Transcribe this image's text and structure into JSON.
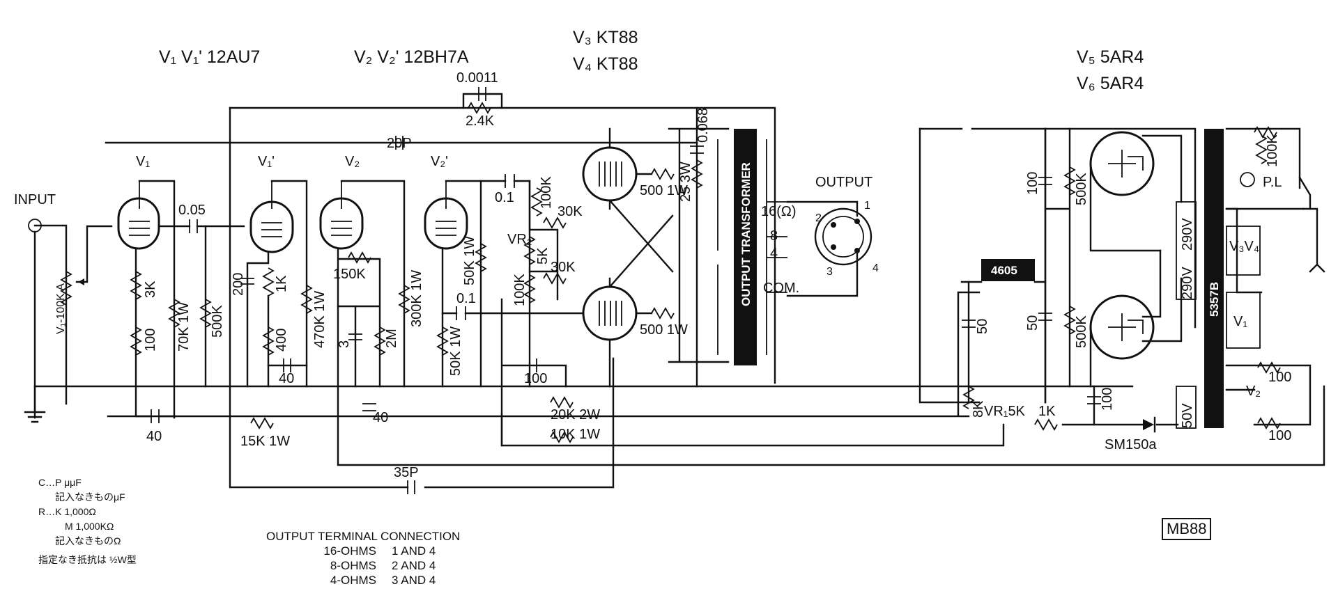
{
  "tubes": {
    "v1": "V₁ V₁' 12AU7",
    "v2": "V₂ V₂' 12BH7A",
    "v3": "V₃ KT88",
    "v4": "V₄ KT88",
    "v5": "V₅ 5AR4",
    "v6": "V₆ 5AR4"
  },
  "stage_labels": {
    "v1": "V₁",
    "v1p": "V₁'",
    "v2": "V₂",
    "v2p": "V₂'"
  },
  "input_label": "INPUT",
  "output_label": "OUTPUT",
  "vr1_label": "V₁-100K A",
  "components": {
    "c_0011": "0.0011",
    "r_24k": "2.4K",
    "c_20p": "20P",
    "c_0068": "0.068",
    "r_25_3w": "25 3W",
    "c_005": "0.05",
    "r_3k": "3K",
    "r_100_v1": "100",
    "r_70k": "70K 1W",
    "r_500k_a": "500K",
    "c_200": "200",
    "r_1k": "1K",
    "r_400": "400",
    "c_40_a": "40",
    "r_470k": "470K 1W",
    "r_150k": "150K",
    "c_3": "3",
    "r_2m": "2M",
    "r_300k": "300K 1W",
    "r_50k_a": "50K 1W",
    "c_01": "0.1",
    "c_01b": "0.1",
    "r_50k_b": "50K 1W",
    "r_100k_a": "100K",
    "r_30k_a": "30K",
    "vr2": "VR₂",
    "r_5k": "5K",
    "r_100k_b": "100K",
    "r_30k_b": "30K",
    "c_100_b": "100",
    "r_500_a": "500 1W",
    "r_500_b": "500 1W",
    "c_40_b": "40",
    "c_40_c": "40",
    "r_15k": "15K 1W",
    "r_20k": "20K 2W",
    "r_10k": "10K 1W",
    "c_35p": "35P",
    "c_100_ps": "100",
    "r_500k_ps1": "500K",
    "c_50_ps": "50",
    "r_500k_ps2": "500K",
    "c_50_ps2": "50",
    "r_8k": "8K",
    "vr1_5k": "VR₁5K",
    "r_1k_ps": "1K",
    "c_100_ps2": "100",
    "diode": "SM150a",
    "r_100k_pl": "100K",
    "pl": "P.L",
    "r_100_h1": "100",
    "r_100_h2": "100"
  },
  "output_taps": {
    "t16": "16(Ω)",
    "t8": "8",
    "t4": "4",
    "com": "COM."
  },
  "connector_pins": {
    "p1": "1",
    "p2": "2",
    "p3": "3",
    "p4": "4"
  },
  "transformers": {
    "output": "OUTPUT TRANSFORMER",
    "power": "5357B",
    "choke": "4605"
  },
  "ps_windings": {
    "w1": "290V",
    "w2": "290V",
    "w3": "50V",
    "h1": "V₃V₄",
    "h2": "V₁",
    "h3": "V₂"
  },
  "legend": [
    "C…P μμF",
    "記入なきものμF",
    "R…K 1,000Ω",
    "M 1,000KΩ",
    "記入なきものΩ",
    "指定なき抵抗は ½W型"
  ],
  "output_terminal_connection": {
    "title": "OUTPUT TERMINAL CONNECTION",
    "rows": [
      {
        "imp": "16-OHMS",
        "conn": "1 AND 4"
      },
      {
        "imp": "8-OHMS",
        "conn": "2 AND 4"
      },
      {
        "imp": "4-OHMS",
        "conn": "3 AND 4"
      }
    ]
  },
  "model": "MB88"
}
